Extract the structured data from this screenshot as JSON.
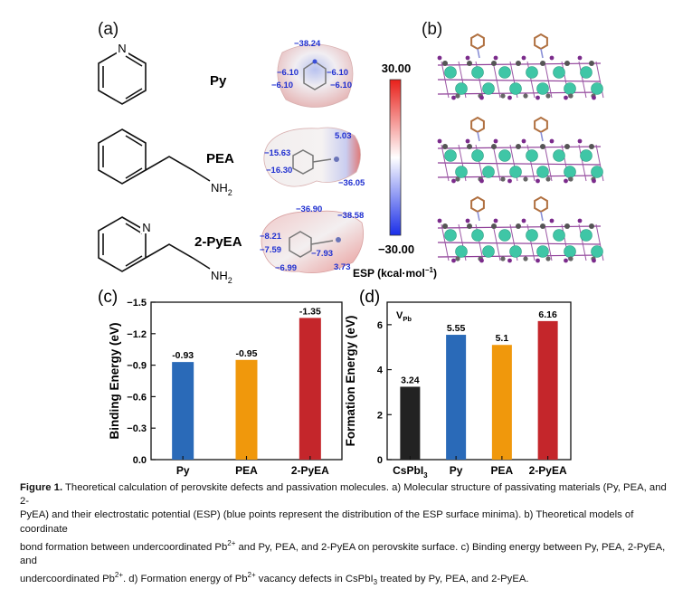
{
  "panels": {
    "a": "(a)",
    "b": "(b)",
    "c": "(c)",
    "d": "(d)"
  },
  "molecules": [
    {
      "name": "Py",
      "esp": [
        "−38.24",
        "−6.10",
        "−6.10",
        "−6.10",
        "−6.10"
      ]
    },
    {
      "name": "PEA",
      "esp": [
        "5.03",
        "−15.63",
        "−16.30",
        "−36.05"
      ]
    },
    {
      "name": "2-PyEA",
      "esp": [
        "−36.90",
        "−38.58",
        "−8.21",
        "−7.59",
        "−6.99",
        "−7.93",
        "3.73"
      ]
    }
  ],
  "structure_labels": {
    "N": "N",
    "NH2": "NH",
    "NH2_sub": "2"
  },
  "colorbar": {
    "max_label": "30.00",
    "min_label": "−30.00",
    "title": "ESP (kcal·mol",
    "title_sup": "−1",
    "title_end": ")",
    "colors": {
      "high": "#e8201a",
      "mid": "#ffffff",
      "low": "#1a2ee8"
    }
  },
  "chart_data": [
    {
      "type": "bar",
      "panel": "c",
      "categories": [
        "Py",
        "PEA",
        "2-PyEA"
      ],
      "values": [
        -0.93,
        -0.95,
        -1.35
      ],
      "value_labels": [
        "-0.93",
        "-0.95",
        "-1.35"
      ],
      "colors": [
        "#2a6ab8",
        "#f0980c",
        "#c4262b"
      ],
      "ylabel": "Binding Energy (eV)",
      "ylim": [
        0,
        -1.5
      ],
      "yticks": [
        "0.0",
        "−0.3",
        "−0.6",
        "−0.9",
        "−1.2",
        "−1.5"
      ],
      "ytick_values": [
        0,
        -0.3,
        -0.6,
        -0.9,
        -1.2,
        -1.5
      ],
      "axis_inverted": true
    },
    {
      "type": "bar",
      "panel": "d",
      "categories": [
        "CsPbI3",
        "Py",
        "PEA",
        "2-PyEA"
      ],
      "category_labels": [
        {
          "main": "CsPbI",
          "sub": "3"
        },
        {
          "main": "Py"
        },
        {
          "main": "PEA"
        },
        {
          "main": "2-PyEA"
        }
      ],
      "values": [
        3.24,
        5.55,
        5.1,
        6.16
      ],
      "value_labels": [
        "3.24",
        "5.55",
        "5.1",
        "6.16"
      ],
      "colors": [
        "#222222",
        "#2a6ab8",
        "#f0980c",
        "#c4262b"
      ],
      "ylabel": "Formation Energy (eV)",
      "ylim": [
        0,
        7
      ],
      "yticks": [
        "0",
        "2",
        "4",
        "6"
      ],
      "ytick_values": [
        0,
        2,
        4,
        6
      ],
      "annotation": {
        "main": "V",
        "sub": "Pb"
      }
    }
  ],
  "caption": {
    "figure": "Figure 1.",
    "l1": " Theoretical calculation of perovskite defects and passivation molecules. a) Molecular structure of passivating materials (Py, PEA, and 2-",
    "l2": "PyEA) and their electrostatic potential (ESP) (blue points represent the distribution of the ESP surface minima). b) Theoretical models of coordinate",
    "l3a": "bond formation between undercoordinated Pb",
    "l3sup": "2+",
    "l3b": " and Py, PEA, and 2-PyEA on perovskite surface. c) Binding energy between Py, PEA, 2-PyEA, and",
    "l4a": "undercoordinated Pb",
    "l4sup": "2+",
    "l4b": ". d) Formation energy of Pb",
    "l4sup2": "2+",
    "l4c": " vacancy defects in CsPbI",
    "l4sub": "3",
    "l4d": " treated by Py, PEA, and 2-PyEA."
  }
}
